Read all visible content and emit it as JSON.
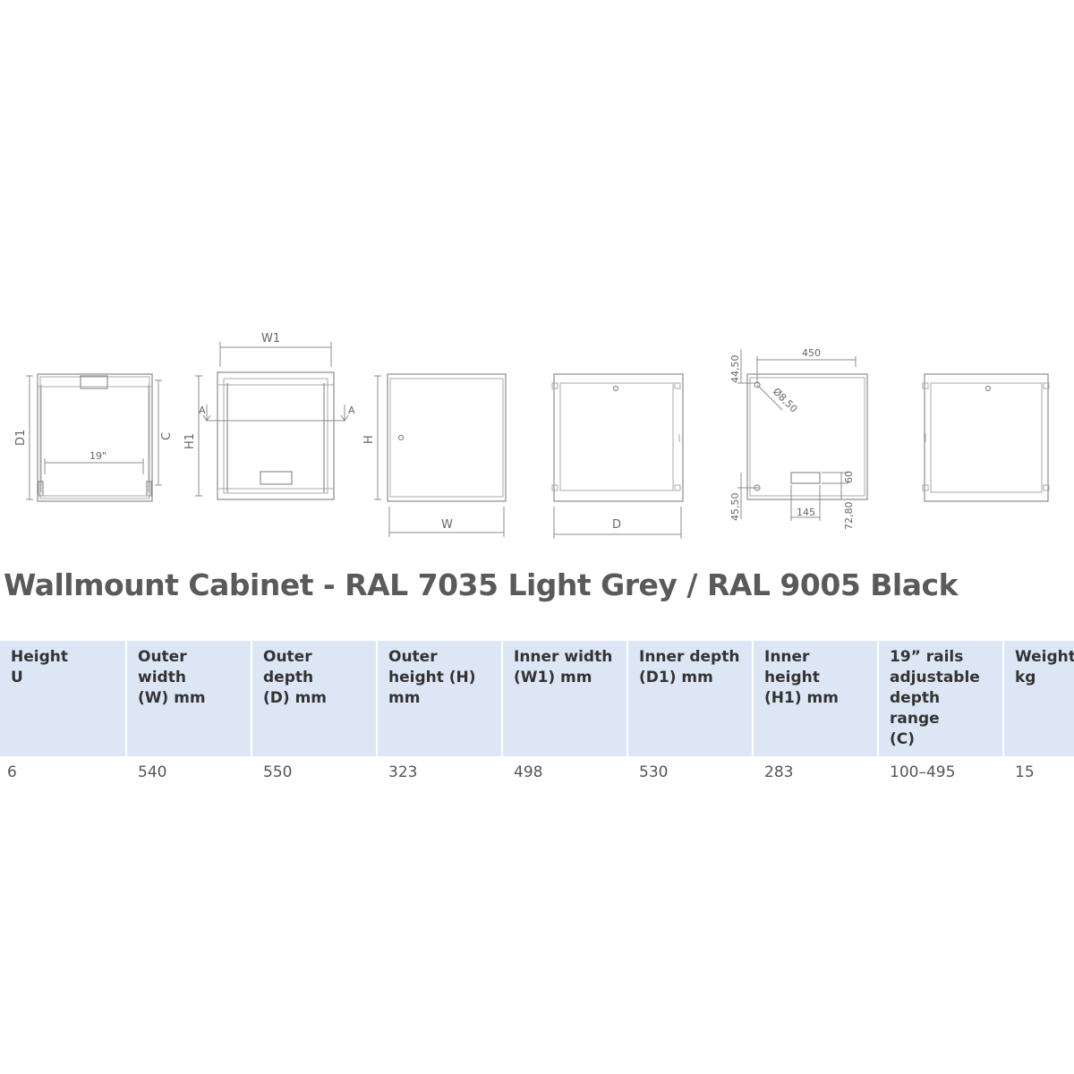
{
  "drawings": {
    "top_view": {
      "label_depth": "D1",
      "label_rails": "C",
      "label_width": "19\""
    },
    "front_inner_view": {
      "label_width": "W1",
      "label_height": "H1",
      "label_section": "A"
    },
    "front_view": {
      "label_height": "H",
      "label_width": "W"
    },
    "side_view": {
      "label_depth": "D"
    },
    "back_view": {
      "dims": {
        "top_width": "450",
        "top_offset": "44,50",
        "hole_diameter": "Ø8,50",
        "bottom_offset": "45,50",
        "slot_width": "145",
        "slot_height": "60",
        "slot_offset": "72,80"
      }
    }
  },
  "title": "Wallmount Cabinet - RAL 7035  Light Grey / RAL 9005 Black",
  "table": {
    "headers": [
      [
        "Height",
        "U"
      ],
      [
        "Outer width",
        "(W) mm"
      ],
      [
        "Outer depth",
        "(D) mm"
      ],
      [
        "Outer",
        "height (H)",
        "mm"
      ],
      [
        "Inner width",
        "(W1) mm"
      ],
      [
        "Inner depth",
        "(D1) mm"
      ],
      [
        "Inner height",
        "(H1) mm"
      ],
      [
        "19” rails",
        "adjustable",
        "depth range",
        "(C)"
      ],
      [
        "Weight",
        "kg"
      ]
    ],
    "rows": [
      [
        "6",
        "540",
        "550",
        "323",
        "498",
        "530",
        "283",
        "100–495",
        "15"
      ]
    ]
  },
  "colors": {
    "header_bg": "#dde6f5",
    "title": "#5a5a5a",
    "line": "#8c8c8c"
  }
}
